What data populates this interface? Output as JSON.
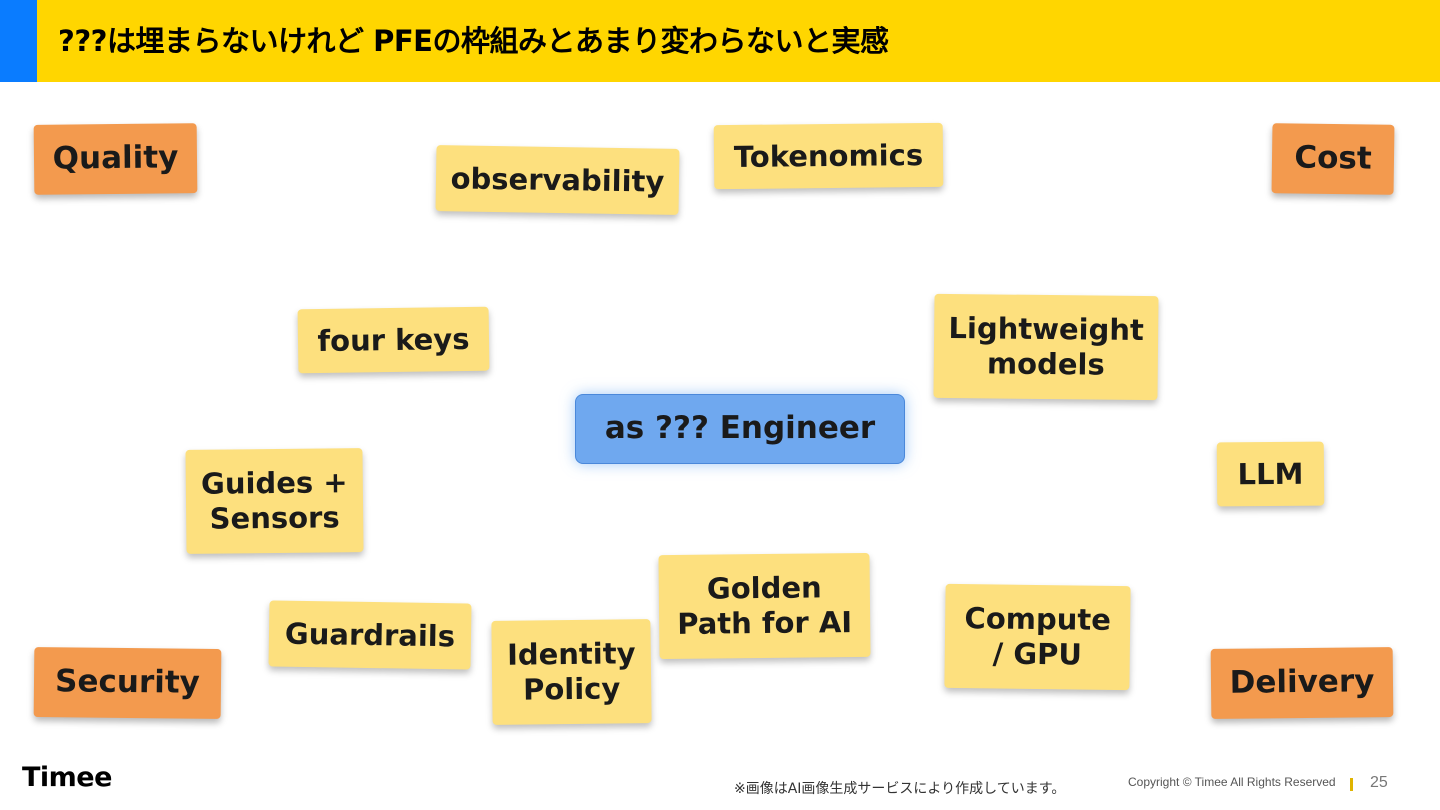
{
  "header": {
    "title": "???は埋まらないけれど PFEの枠組みとあまり変わらないと実感",
    "accent_color": "#0A7CFF",
    "bar_color": "#FFD600"
  },
  "notes": {
    "quality": "Quality",
    "observability": "observability",
    "tokenomics": "Tokenomics",
    "cost": "Cost",
    "four_keys": "four keys",
    "lightweight_models_line1": "Lightweight",
    "lightweight_models_line2": "models",
    "center": "as ??? Engineer",
    "guides_sensors_line1": "Guides +",
    "guides_sensors_line2": "Sensors",
    "llm": "LLM",
    "golden_path_line1": "Golden",
    "golden_path_line2": "Path for AI",
    "compute_gpu_line1": "Compute",
    "compute_gpu_line2": "/ GPU",
    "guardrails": "Guardrails",
    "identity_policy_line1": "Identity",
    "identity_policy_line2": "Policy",
    "security": "Security",
    "delivery": "Delivery"
  },
  "colors": {
    "yellow_note": "#FDE07E",
    "orange_note": "#F39A4E",
    "blue_note": "#6FA8EF"
  },
  "footer": {
    "logo": "Timee",
    "image_note": "※画像はAI画像生成サービスにより作成しています。",
    "copyright": "Copyright © Timee All Rights Reserved",
    "page_number": "25"
  }
}
